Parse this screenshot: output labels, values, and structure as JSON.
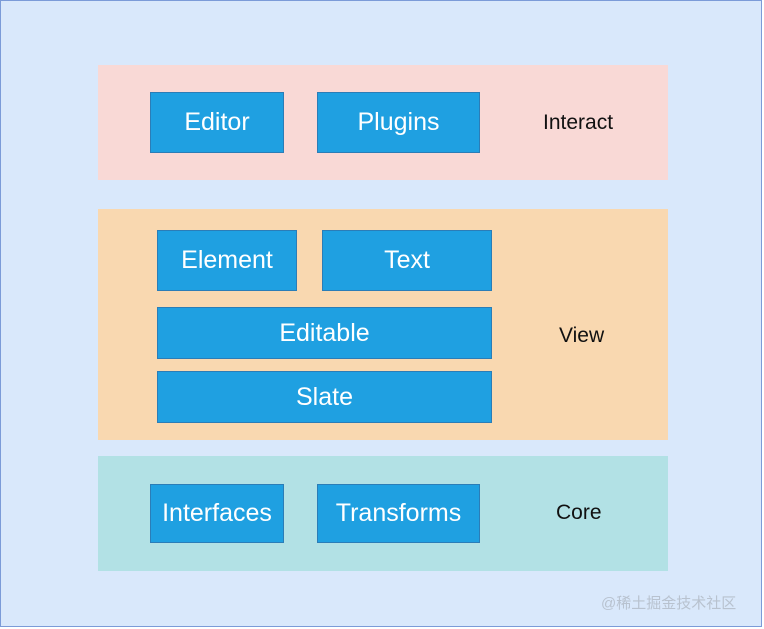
{
  "layers": {
    "interact": {
      "label": "Interact",
      "boxes": {
        "editor": "Editor",
        "plugins": "Plugins"
      }
    },
    "view": {
      "label": "View",
      "boxes": {
        "element": "Element",
        "text": "Text",
        "editable": "Editable",
        "slate": "Slate"
      }
    },
    "core": {
      "label": "Core",
      "boxes": {
        "interfaces": "Interfaces",
        "transforms": "Transforms"
      }
    }
  },
  "watermark": "@稀土掘金技术社区",
  "colors": {
    "background": "#d9e8fb",
    "interact_layer": "#f9d9d6",
    "view_layer": "#f9d8b0",
    "core_layer": "#b2e1e5",
    "box_fill": "#1fa0e1",
    "box_border": "#2b7db7"
  }
}
